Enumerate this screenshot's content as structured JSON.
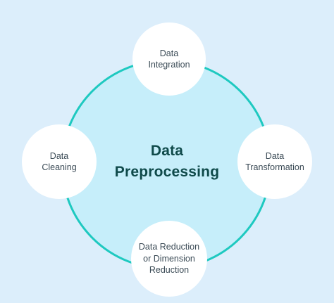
{
  "colors": {
    "background": "#dceefb",
    "ring_stroke": "#1ec9c0",
    "ring_fill": "#c6eefa",
    "node_fill": "#ffffff",
    "title_text": "#0f4a4a",
    "node_text": "#3a4a55"
  },
  "diagram": {
    "title_line1": "Data",
    "title_line2": "Preprocessing",
    "nodes": [
      {
        "id": "top",
        "lines": [
          "Data",
          "Integration"
        ]
      },
      {
        "id": "right",
        "lines": [
          "Data",
          "Transformation"
        ]
      },
      {
        "id": "bottom",
        "lines": [
          "Data Reduction",
          "or Dimension",
          "Reduction"
        ]
      },
      {
        "id": "left",
        "lines": [
          "Data",
          "Cleaning"
        ]
      }
    ]
  }
}
